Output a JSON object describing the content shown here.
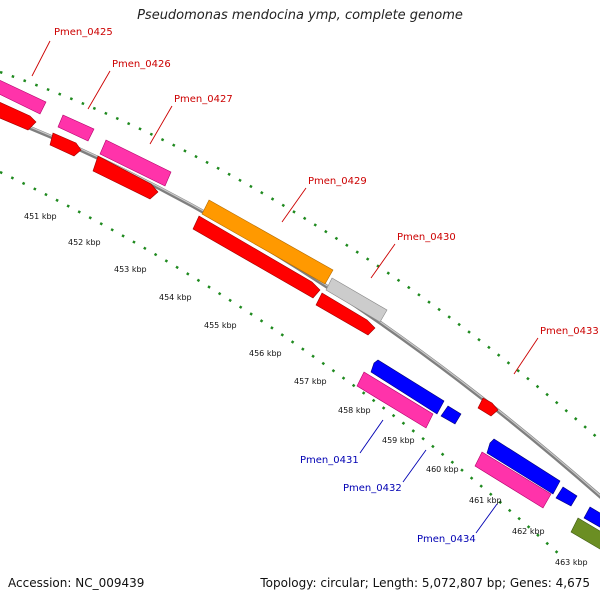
{
  "title": "Pseudomonas mendocina ymp, complete genome",
  "footer": {
    "accession": "Accession: NC_009439",
    "stats": "Topology: circular; Length: 5,072,807 bp; Genes: 4,675"
  },
  "colors": {
    "backbone": "#8a8a8a",
    "tick_green": "#1f8a1f",
    "forward_label": "#cc0000",
    "reverse_label": "#0000b3",
    "cds_red": "#ff0000",
    "gene_magenta": "#ff33aa",
    "orange": "#ff9900",
    "gray": "#c8c8c8",
    "blue": "#0000ff",
    "olive": "#6b8e23"
  },
  "scale": {
    "ticks": [
      {
        "label": "451 kbp"
      },
      {
        "label": "452 kbp"
      },
      {
        "label": "453 kbp"
      },
      {
        "label": "454 kbp"
      },
      {
        "label": "455 kbp"
      },
      {
        "label": "456 kbp"
      },
      {
        "label": "457 kbp"
      },
      {
        "label": "458 kbp"
      },
      {
        "label": "459 kbp"
      },
      {
        "label": "460 kbp"
      },
      {
        "label": "461 kbp"
      },
      {
        "label": "462 kbp"
      },
      {
        "label": "463 kbp"
      }
    ]
  },
  "genes": [
    {
      "name": "Pmen_0425",
      "strand": "forward"
    },
    {
      "name": "Pmen_0426",
      "strand": "forward"
    },
    {
      "name": "Pmen_0427",
      "strand": "forward"
    },
    {
      "name": "Pmen_0429",
      "strand": "forward"
    },
    {
      "name": "Pmen_0430",
      "strand": "forward"
    },
    {
      "name": "Pmen_0433",
      "strand": "forward"
    },
    {
      "name": "Pmen_0431",
      "strand": "reverse"
    },
    {
      "name": "Pmen_0432",
      "strand": "reverse"
    },
    {
      "name": "Pmen_0434",
      "strand": "reverse"
    }
  ]
}
